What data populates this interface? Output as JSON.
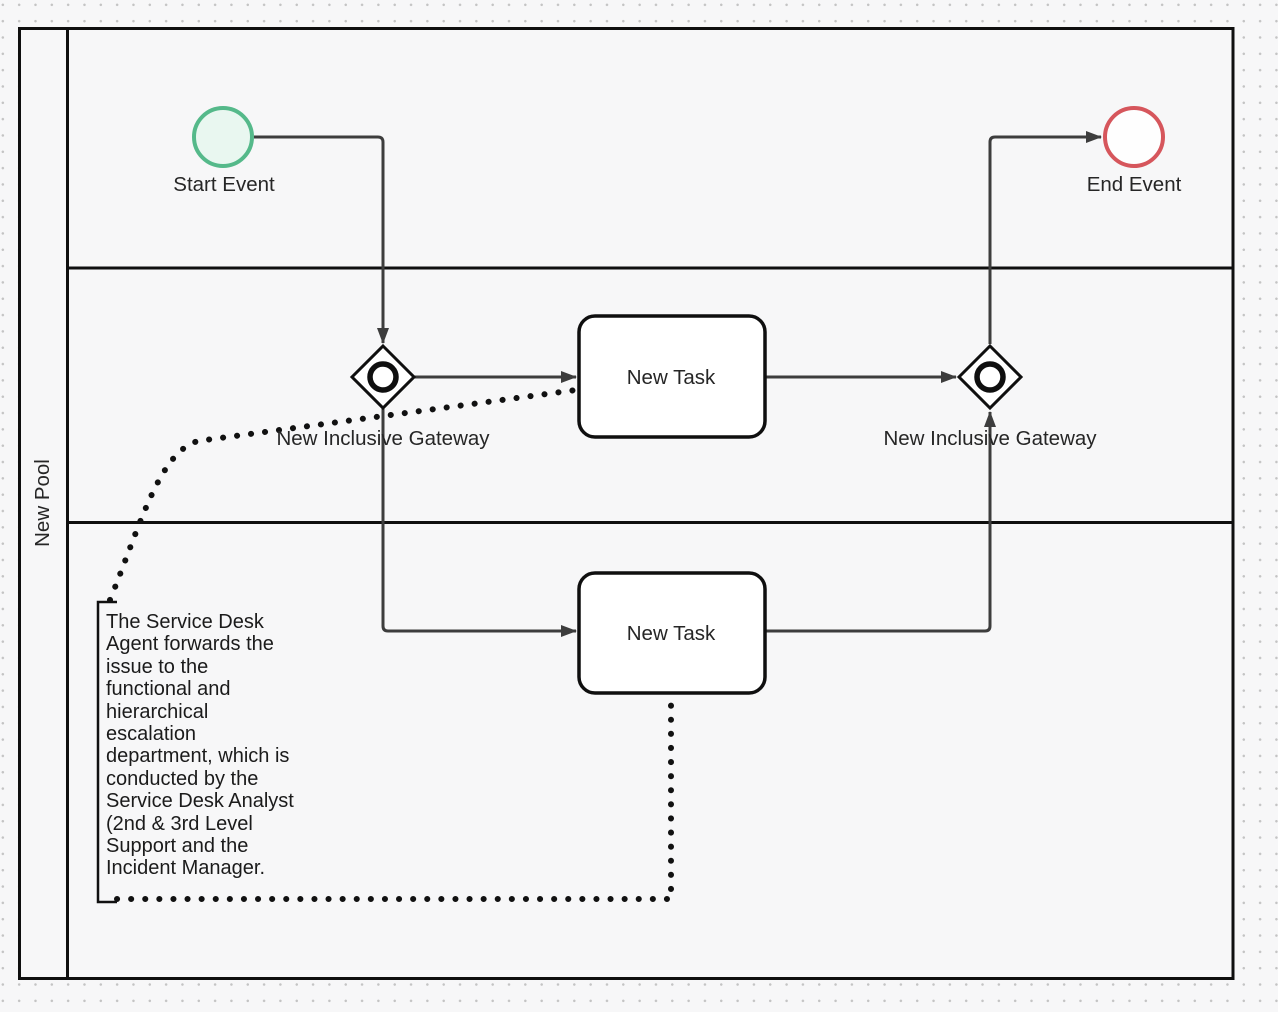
{
  "pool": {
    "label": "New Pool"
  },
  "nodes": {
    "start_event": {
      "label": "Start Event"
    },
    "end_event": {
      "label": "End Event"
    },
    "gateway_left": {
      "label": "New Inclusive Gateway"
    },
    "gateway_right": {
      "label": "New Inclusive Gateway"
    },
    "task_top": {
      "label": "New Task"
    },
    "task_bottom": {
      "label": "New Task"
    }
  },
  "annotation": {
    "text": "The Service Desk\nAgent forwards the\nissue to the\nfunctional and\nhierarchical\nescalation\ndepartment, which is\nconducted by the\nService Desk Analyst\n(2nd & 3rd Level\nSupport and the\nIncident Manager."
  },
  "colors": {
    "start_event_stroke": "#55b98a",
    "start_event_fill": "#e9f7f0",
    "end_event_stroke": "#d6565c",
    "end_event_fill": "#fefefe",
    "flow": "#3d3d3d",
    "shape_stroke": "#0f0f0f",
    "shape_fill": "#ffffff",
    "canvas_bg": "#f7f7f8",
    "grid_dot": "#c4c4c4",
    "label_text": "#262626"
  }
}
